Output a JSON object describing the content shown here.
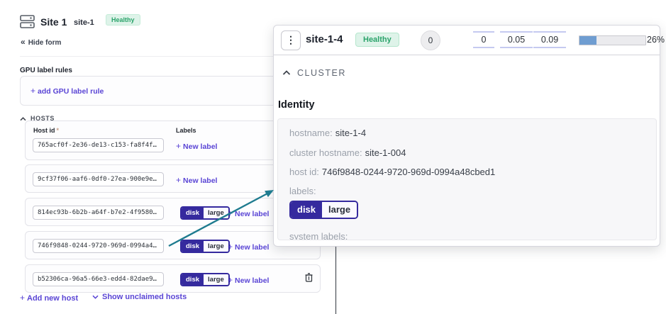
{
  "icons": {
    "kebab_glyph": "⋮",
    "collapse_glyph": "«",
    "plus_glyph": "+"
  },
  "site": {
    "title": "Site 1",
    "code": "site-1",
    "status": "Healthy",
    "hide_form_label": "Hide form"
  },
  "gpu_rules": {
    "heading": "GPU label rules",
    "add_rule_label": "add GPU label rule"
  },
  "hosts": {
    "section_label": "HOSTS",
    "host_id_header": "Host id",
    "required_asterisk": "*",
    "labels_header": "Labels",
    "new_label_link": "New label",
    "label_key": "disk",
    "label_value": "large",
    "rows": [
      {
        "id": "765acf0f-2e36-de13-c153-fa8f4f…"
      },
      {
        "id": "9cf37f06-aaf6-0df0-27ea-900e9e…"
      },
      {
        "id": "814ec93b-6b2b-a64f-b7e2-4f9580…"
      },
      {
        "id": "746f9848-0244-9720-969d-0994a4…"
      },
      {
        "id": "b52306ca-96a5-66e3-edd4-82dae9…"
      }
    ],
    "add_host_link": "Add new host",
    "show_unclaimed_link": "Show unclaimed hosts"
  },
  "panel": {
    "title": "site-1-4",
    "status": "Healthy",
    "alert_count": "0",
    "metric_1": "0",
    "metric_2": "0.05",
    "metric_3": "0.09",
    "progress_pct": "26",
    "progress_label": "26%",
    "section_label": "CLUSTER",
    "identity_heading": "Identity",
    "fields": [
      {
        "label": "hostname:",
        "value": "site-1-4"
      },
      {
        "label": "cluster hostname:",
        "value": "site-1-004"
      },
      {
        "label": "host id:",
        "value": "746f9848-0244-9720-969d-0994a48cbed1"
      }
    ],
    "labels_field": "labels:",
    "label_key": "disk",
    "label_value": "large",
    "system_labels_field": "system labels:"
  },
  "colors": {
    "accent_purple": "#5a45d5",
    "chip_indigo": "#352a9e",
    "healthy_green": "#2aa36a",
    "healthy_bg": "#def3e9",
    "progress_blue": "#6f9dd1",
    "arrow_teal": "#1e7b8f"
  }
}
